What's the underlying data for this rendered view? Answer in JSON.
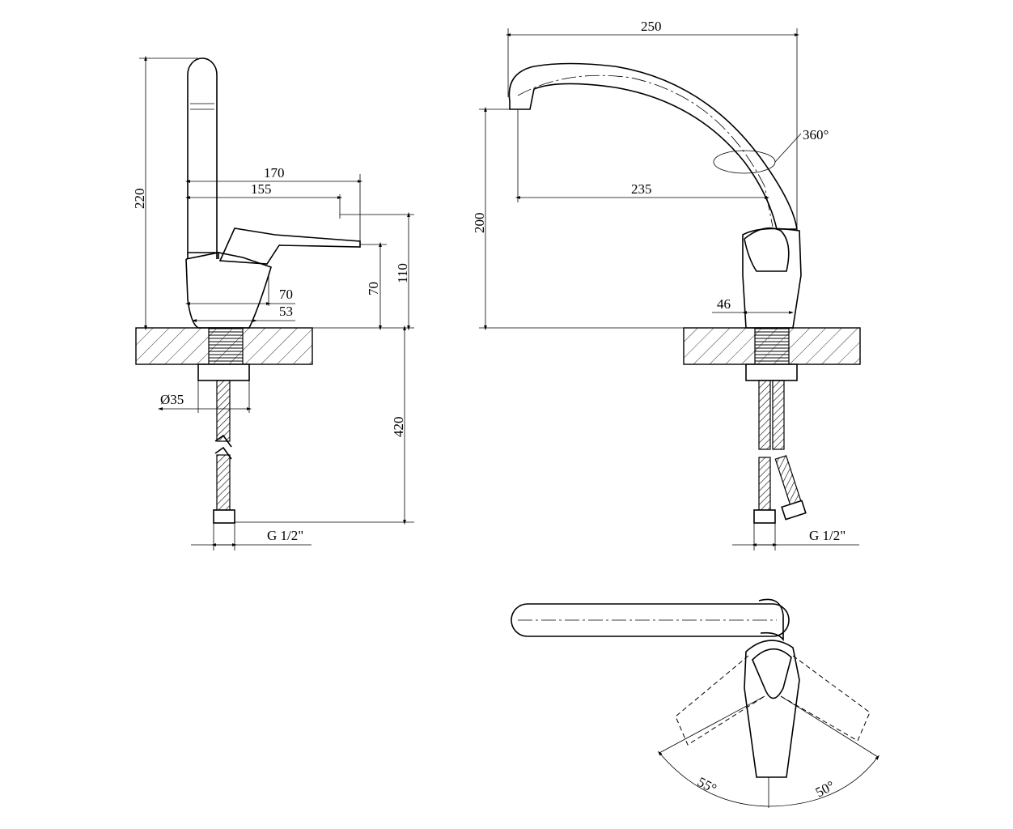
{
  "side_view": {
    "height_total": "220",
    "reach_lever": "170",
    "reach_spout": "155",
    "height_lever": "110",
    "height_body": "70",
    "body_width": "70",
    "base_width": "53",
    "shank_diameter": "Ø35",
    "hose_length": "420",
    "connection_thread": "G 1/2\""
  },
  "front_view": {
    "overall_width": "250",
    "rotation": "360°",
    "spout_reach": "235",
    "spout_height": "200",
    "base_diameter": "46",
    "connection_thread": "G 1/2\""
  },
  "top_view": {
    "lever_angle_left": "55°",
    "lever_angle_right": "50°"
  }
}
